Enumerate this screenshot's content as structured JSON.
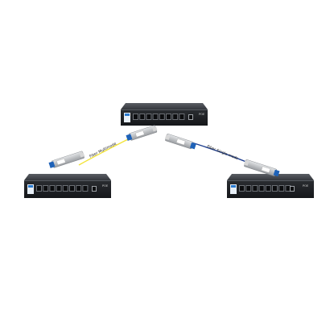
{
  "scene": {
    "description_free": true,
    "colors": {
      "background": "#ffffff",
      "switch_body_top": "#4a4d52",
      "switch_body_front": "#1e2024",
      "port_dark": "#0c0d0f",
      "port_light": "#6b6f75",
      "multimode_cable": "#f2e33a",
      "singlemode_cable": "#1f3f8f",
      "sfp_metal": "#b9bcc0",
      "sfp_latch_blue": "#1e62b8"
    }
  },
  "switches": [
    {
      "id": "top-switch",
      "ports": 8,
      "sfp_slots": 2,
      "brand_text": "POE"
    },
    {
      "id": "left-switch",
      "ports": 8,
      "sfp_slots": 2,
      "brand_text": "POE"
    },
    {
      "id": "right-switch",
      "ports": 8,
      "sfp_slots": 2,
      "brand_text": "POE"
    }
  ],
  "cables": {
    "multimode_label": "Fiber Multimode",
    "singlemode_label": "Fiber Single mode"
  }
}
